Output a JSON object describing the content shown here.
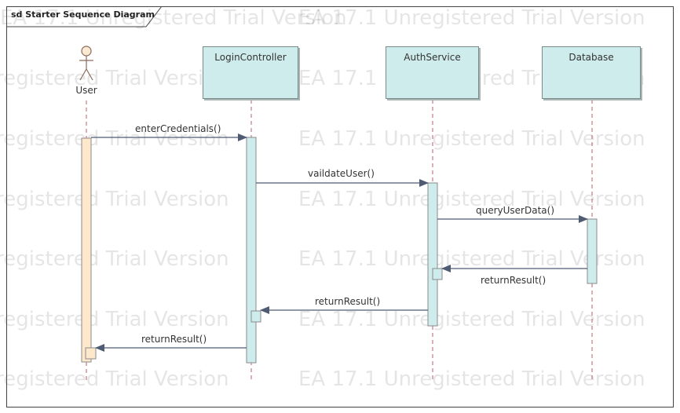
{
  "diagram": {
    "frame_title": "sd Starter Sequence Diagram",
    "watermark": "EA 17.1 Unregistered Trial Version",
    "actor": {
      "label": "User"
    },
    "lifelines": [
      {
        "id": "login",
        "label": "LoginController"
      },
      {
        "id": "auth",
        "label": "AuthService"
      },
      {
        "id": "db",
        "label": "Database"
      }
    ],
    "messages": [
      {
        "label": "enterCredentials()"
      },
      {
        "label": "vaildateUser()"
      },
      {
        "label": "queryUserData()"
      },
      {
        "label": "returnResult()"
      },
      {
        "label": "returnResult()"
      },
      {
        "label": "returnResult()"
      }
    ]
  }
}
